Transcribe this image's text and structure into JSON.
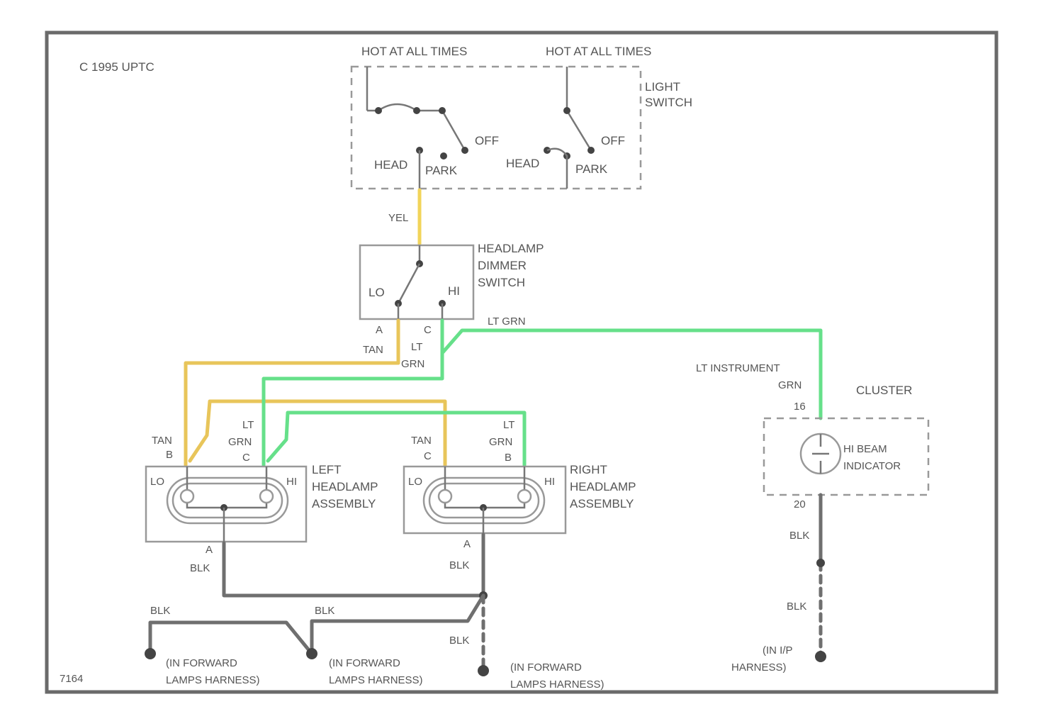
{
  "diagram": {
    "code_label": "C 1995 UPTC",
    "figure_id": "7164",
    "hot_left": "HOT AT ALL TIMES",
    "hot_right": "HOT AT ALL TIMES",
    "light_switch": [
      "LIGHT",
      "SWITCH"
    ],
    "off_left": "OFF",
    "off_right": "OFF",
    "head_left": "HEAD",
    "head_right": "HEAD",
    "park_left": "PARK",
    "park_right": "PARK",
    "wire_yel": "YEL",
    "dimmer_switch": [
      "HEADLAMP",
      "DIMMER",
      "SWITCH"
    ],
    "lo": "LO",
    "hi": "HI",
    "pin_a": "A",
    "pin_b": "B",
    "pin_c": "C",
    "pin_c2": "C",
    "tan_dimmer": "TAN",
    "lt_dimmer": "LT",
    "grn_dimmer": "GRN",
    "lt_grn_top": "LT GRN",
    "lt_instrument": [
      "LT INSTRUMENT",
      "GRN"
    ],
    "cluster": "CLUSTER",
    "pin_16": "16",
    "pin_20": "20",
    "hi_beam": [
      "HI BEAM",
      "INDICATOR"
    ],
    "left_headlamp": [
      "LEFT",
      "HEADLAMP",
      "ASSEMBLY"
    ],
    "right_headlamp": [
      "RIGHT",
      "HEADLAMP",
      "ASSEMBLY"
    ],
    "tan_left": "TAN",
    "tan_right": "TAN",
    "lt_left": "LT",
    "grn_left": "GRN",
    "lt_right": "LT",
    "grn_right": "GRN",
    "lamp_lo_left": "LO",
    "lamp_hi_left": "HI",
    "lamp_lo_right": "LO",
    "lamp_hi_right": "HI",
    "pin_b_left": "B",
    "pin_c_left": "C",
    "pin_a_left": "A",
    "pin_c_right": "C",
    "pin_b_right": "B",
    "pin_a_right": "A",
    "blk_left": "BLK",
    "blk_right": "BLK",
    "blk_g1": "BLK",
    "blk_g2": "BLK",
    "blk_g3": "BLK",
    "blk_cluster_1": "BLK",
    "blk_cluster_2": "BLK",
    "harness_1": [
      "(IN FORWARD",
      "LAMPS HARNESS)"
    ],
    "harness_2": [
      "(IN FORWARD",
      "LAMPS HARNESS)"
    ],
    "harness_3": [
      "(IN FORWARD",
      "LAMPS HARNESS)"
    ],
    "harness_ip": [
      "(IN I/P",
      "HARNESS)"
    ],
    "colors": {
      "yellow_wire": "#f2d45a",
      "tan_wire": "#e8c55a",
      "green_wire": "#66e08a",
      "black_wire": "#6f6f6f"
    }
  }
}
